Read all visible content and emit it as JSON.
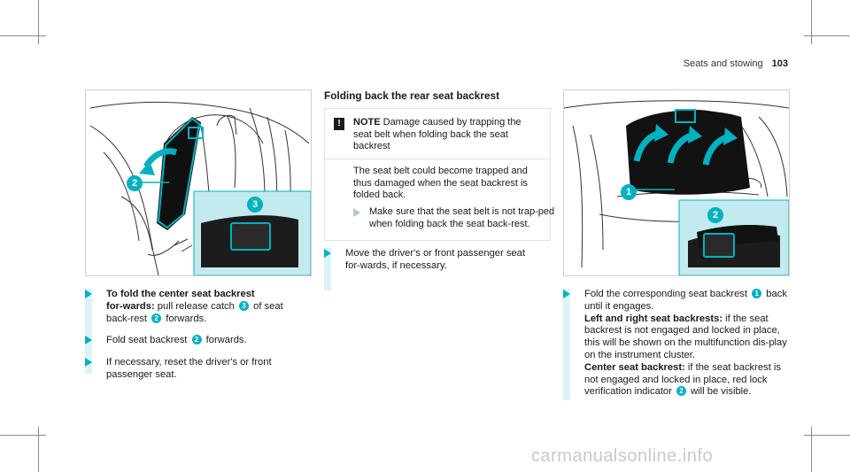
{
  "header": {
    "section": "Seats and stowing",
    "page": "103"
  },
  "figures": {
    "left": {
      "callouts": [
        "2",
        "3"
      ]
    },
    "right": {
      "callouts": [
        "1",
        "2"
      ]
    }
  },
  "left_steps": {
    "step1": {
      "bold": "To fold the center seat backrest for‑wards:",
      "t1": " pull release catch ",
      "n1": "3",
      "t2": " of seat back‑rest ",
      "n2": "2",
      "t3": " forwards."
    },
    "step2": {
      "t1": "Fold seat backrest ",
      "n1": "2",
      "t2": " forwards."
    },
    "step3": {
      "text": "If necessary, reset the driver's or front passenger seat."
    }
  },
  "middle": {
    "title": "Folding back the rear seat backrest",
    "note": {
      "icon": "!",
      "label": "NOTE",
      "heading": " Damage caused by trapping the seat belt when folding back the seat backrest",
      "body": "The seat belt could become trapped and thus damaged when the seat backrest is folded back.",
      "instruction": "Make sure that the seat belt is not trap‑ped when folding back the seat back‑rest."
    },
    "step": "Move the driver's or front passenger seat for‑wards, if necessary."
  },
  "right_steps": {
    "s1": {
      "t1": "Fold the corresponding seat backrest ",
      "n1": "1",
      "t2": " back until it engages."
    },
    "s2": {
      "bold": "Left and right seat backrests:",
      "text": " if the seat backrest is not engaged and locked in place, this will be shown on the multifunction dis‑play on the instrument cluster."
    },
    "s3": {
      "bold": "Center seat backrest:",
      "t1": " if the seat backrest is not engaged and locked in place, red lock verification indicator ",
      "n1": "2",
      "t2": " will be visible."
    }
  },
  "watermark": "carmanualsonline.info",
  "colors": {
    "accent": "#00b1c1",
    "note_bar": "#dcf4f5",
    "inset_bg": "#c3eaee"
  }
}
